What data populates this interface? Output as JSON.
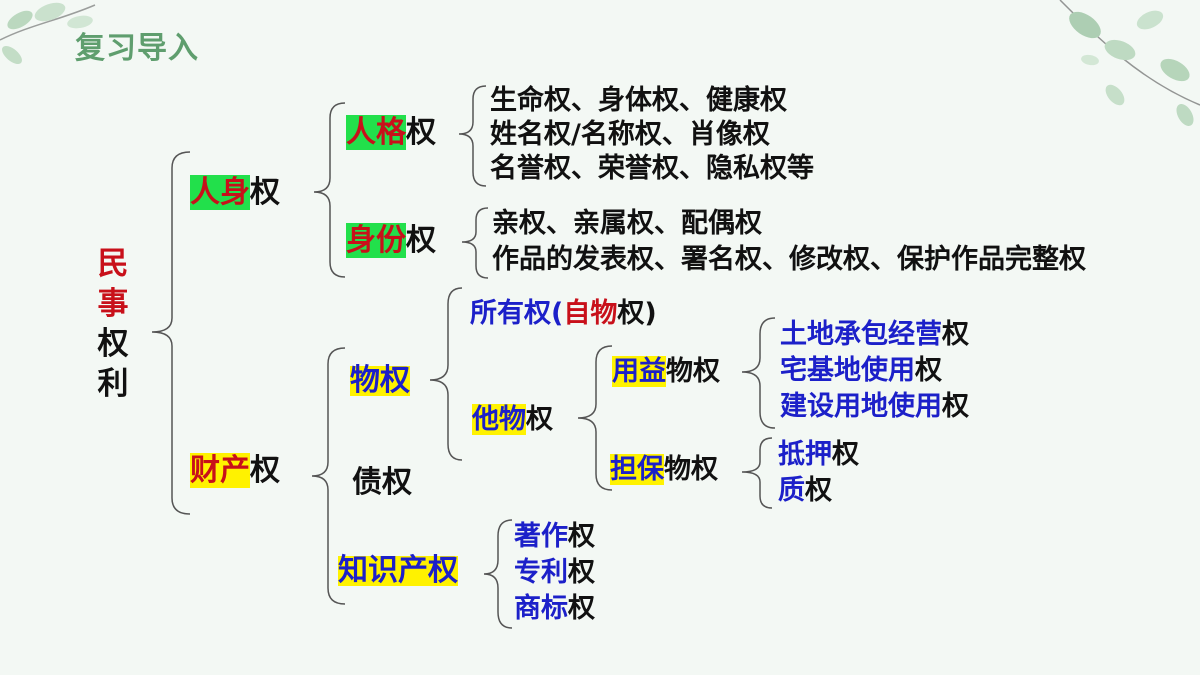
{
  "header": {
    "title": "复习导入"
  },
  "root": {
    "line1": "民",
    "line2": "事",
    "line3": "权",
    "line4": "利"
  },
  "personal": {
    "hl": "人身",
    "suffix": "权",
    "personality": {
      "hl": "人格",
      "suffix": "权",
      "items": [
        "生命权、身体权、健康权",
        "姓名权/名称权、肖像权",
        "名誉权、荣誉权、隐私权等"
      ]
    },
    "identity": {
      "hl": "身份",
      "suffix": "权",
      "items": [
        "亲权、亲属权、配偶权",
        "作品的发表权、署名权、修改权、保护作品完整权"
      ]
    }
  },
  "property": {
    "hl": "财产",
    "suffix": "权",
    "real_right": {
      "label": "物权",
      "ownership": {
        "a": "所有权(",
        "b": "自物",
        "c": "权)"
      },
      "other": {
        "hl": "他物",
        "suffix": "权",
        "usufruct": {
          "hl": "用益",
          "suffix": "物权",
          "items": [
            {
              "a": "土地承包经营",
              "b": "权"
            },
            {
              "a": "宅基地使用",
              "b": "权"
            },
            {
              "a": "建设用地使用",
              "b": "权"
            }
          ]
        },
        "security": {
          "hl": "担保",
          "suffix": "物权",
          "items": [
            {
              "a": "抵押",
              "b": "权"
            },
            {
              "a": "质",
              "b": "权"
            }
          ]
        }
      }
    },
    "creditor": {
      "label": "债权"
    },
    "ip": {
      "label": "知识产权",
      "items": [
        {
          "a": "著作",
          "b": "权"
        },
        {
          "a": "专利",
          "b": "权"
        },
        {
          "a": "商标",
          "b": "权"
        }
      ]
    }
  },
  "colors": {
    "background": "#f3f8f4",
    "title": "#5f9e6e",
    "red": "#c8101a",
    "blue": "#1c20c9",
    "green_highlight": "#22e04b",
    "yellow_highlight": "#fff200"
  }
}
